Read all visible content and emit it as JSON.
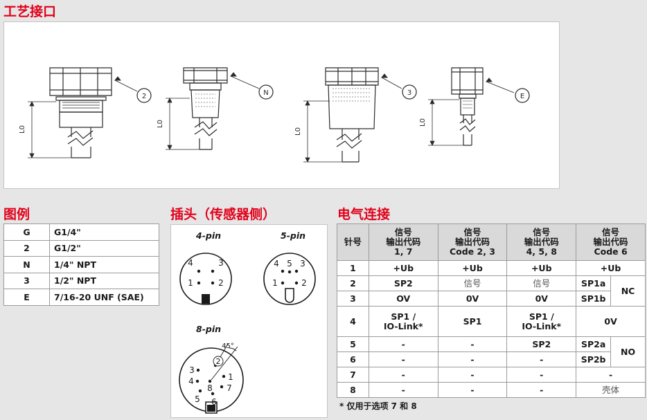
{
  "headings": {
    "process": "工艺接口",
    "legend": "图例",
    "plug": "插头（传感器侧）",
    "electrical": "电气连接"
  },
  "drawing": {
    "dimension_label": "L0",
    "variants": [
      "2",
      "N",
      "3",
      "E"
    ]
  },
  "legend": [
    {
      "code": "G",
      "thread": "G1/4\""
    },
    {
      "code": "2",
      "thread": "G1/2\""
    },
    {
      "code": "N",
      "thread": "1/4\" NPT"
    },
    {
      "code": "3",
      "thread": "1/2\" NPT"
    },
    {
      "code": "E",
      "thread": "7/16-20 UNF (SAE)"
    }
  ],
  "plug": {
    "pin4_title": "4-pin",
    "pin5_title": "5-pin",
    "pin8_title": "8-pin",
    "angle_label": "45°",
    "pin4_numbers": [
      "4",
      "3",
      "1",
      "2"
    ],
    "pin5_numbers": [
      "4",
      "5",
      "3",
      "1",
      "2"
    ],
    "pin8_numbers": [
      "2",
      "3",
      "8",
      "1",
      "4",
      "7",
      "5",
      "6"
    ]
  },
  "electrical": {
    "headers": {
      "pin": "针号",
      "c1_l1": "信号",
      "c1_l2": "输出代码",
      "c1_l3": "1, 7",
      "c2_l1": "信号",
      "c2_l2": "输出代码",
      "c2_l3": "Code 2, 3",
      "c3_l1": "信号",
      "c3_l2": "输出代码",
      "c3_l3": "4, 5, 8",
      "c4_l1": "信号",
      "c4_l2": "输出代码",
      "c4_l3": "Code 6"
    },
    "rows": {
      "r1": {
        "pin": "1",
        "c1": "+Ub",
        "c2": "+Ub",
        "c3": "+Ub",
        "c4": "+Ub"
      },
      "r2": {
        "pin": "2",
        "c1": "SP2",
        "c2": "信号",
        "c3": "信号",
        "c4a": "SP1a",
        "c4b": "NC"
      },
      "r3": {
        "pin": "3",
        "c1": "OV",
        "c2": "0V",
        "c3": "0V",
        "c4a": "SP1b"
      },
      "r4": {
        "pin": "4",
        "c1_l1": "SP1 /",
        "c1_l2": "IO-Link*",
        "c2": "SP1",
        "c3_l1": "SP1 /",
        "c3_l2": "IO-Link*",
        "c4": "0V"
      },
      "r5": {
        "pin": "5",
        "c1": "-",
        "c2": "-",
        "c3": "SP2",
        "c4a": "SP2a",
        "c4b": "NO"
      },
      "r6": {
        "pin": "6",
        "c1": "-",
        "c2": "-",
        "c3": "-",
        "c4a": "SP2b"
      },
      "r7": {
        "pin": "7",
        "c1": "-",
        "c2": "-",
        "c3": "-",
        "c4": "-"
      },
      "r8": {
        "pin": "8",
        "c1": "-",
        "c2": "-",
        "c3": "-",
        "c4": "壳体"
      }
    },
    "footnote": "* 仅用于选项 7 和 8"
  }
}
